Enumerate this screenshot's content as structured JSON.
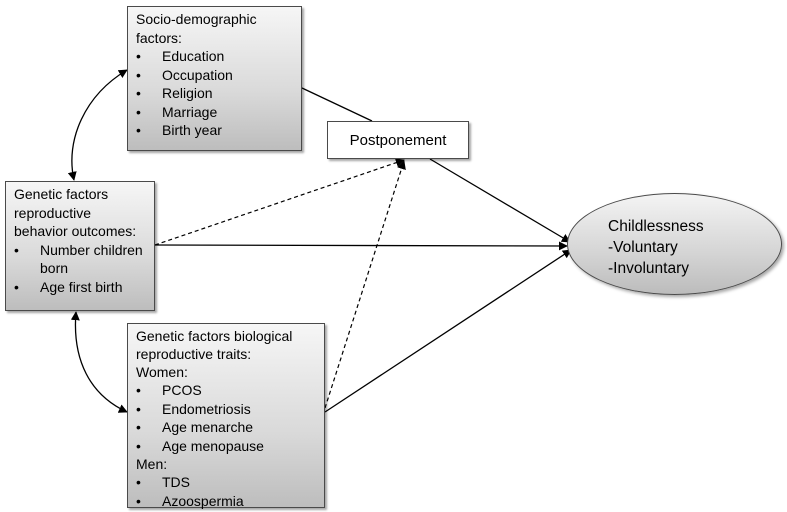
{
  "socio": {
    "title": "Socio-demographic factors:",
    "items": [
      "Education",
      "Occupation",
      "Religion",
      "Marriage",
      "Birth year"
    ]
  },
  "behavior": {
    "title": "Genetic factors reproductive behavior outcomes:",
    "items": [
      "Number children born",
      "Age first birth"
    ]
  },
  "biological": {
    "title": "Genetic factors biological reproductive traits:",
    "women_label": "Women:",
    "women_items": [
      "PCOS",
      "Endometriosis",
      "Age menarche",
      "Age menopause"
    ],
    "men_label": "Men:",
    "men_items": [
      "TDS",
      "Azoospermia"
    ]
  },
  "postponement": {
    "label": "Postponement"
  },
  "childlessness": {
    "title": "Childlessness",
    "lines": [
      "-Voluntary",
      "-Involuntary"
    ]
  }
}
